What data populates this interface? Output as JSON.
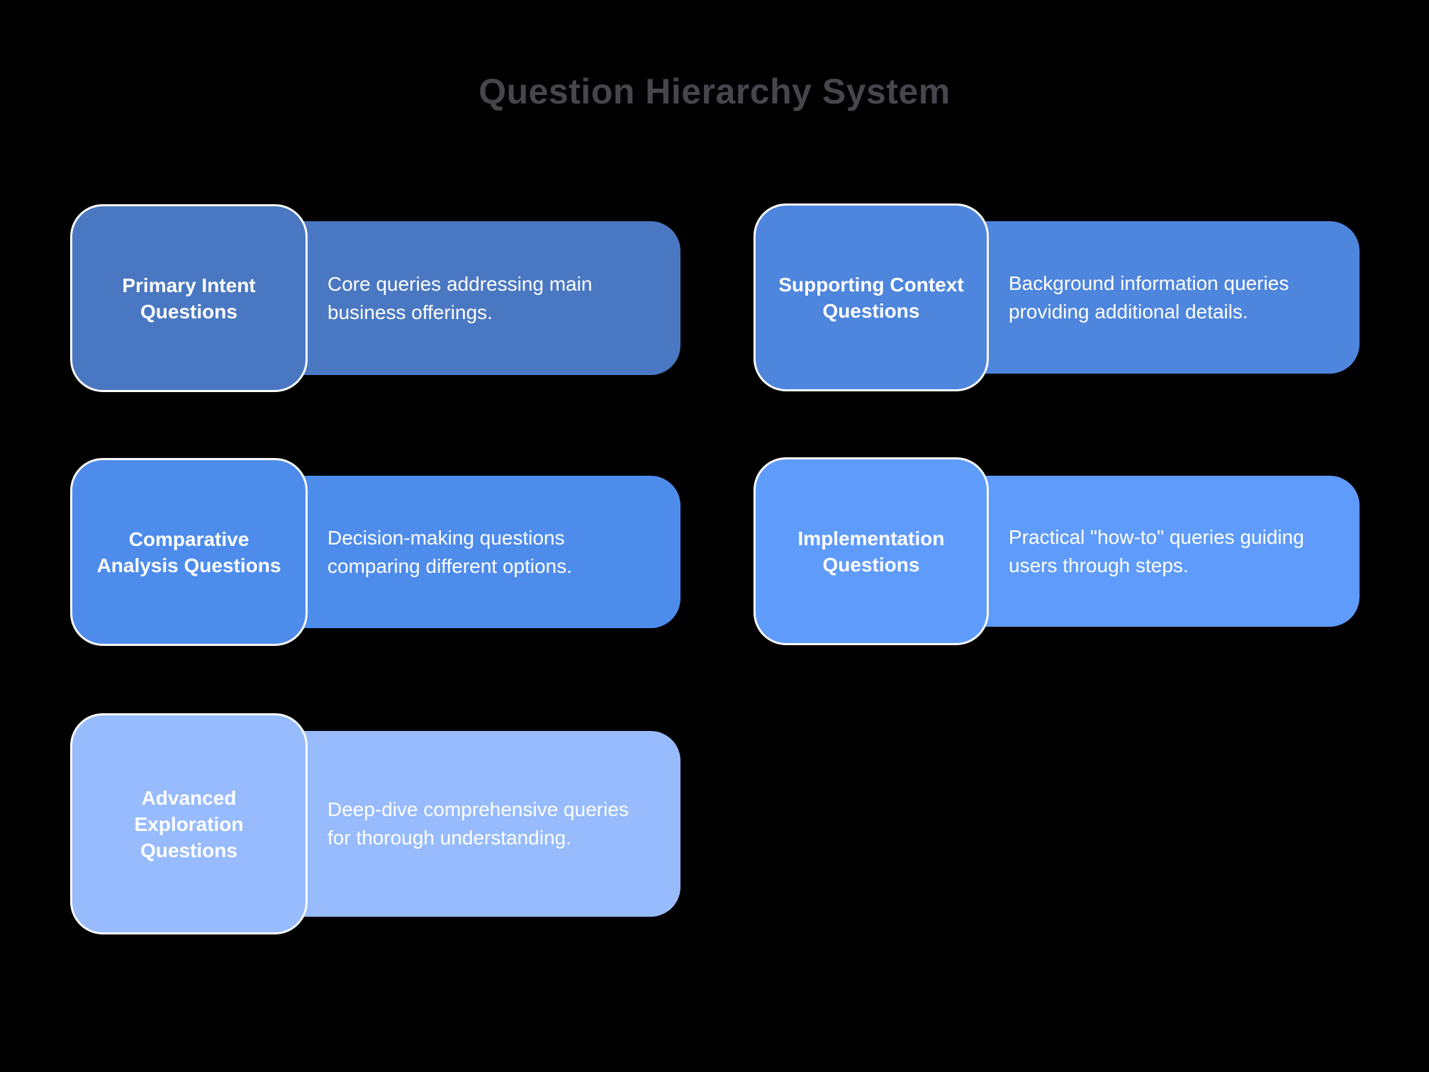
{
  "title": "Question Hierarchy System",
  "colors": {
    "background": "#000000",
    "title_text": "#45474B",
    "card_text": "#FFFFFF",
    "label_border": "#FAFBFC"
  },
  "cards": [
    {
      "id": "primary-intent",
      "label": "Primary Intent\nQuestions",
      "description": "Core queries addressing main\nbusiness offerings.",
      "color": "#4A77C1"
    },
    {
      "id": "supporting-context",
      "label": "Supporting Context\nQuestions",
      "description": "Background information queries\nproviding additional details.",
      "color": "#4E85DD"
    },
    {
      "id": "comparative-analysis",
      "label": "Comparative\nAnalysis Questions",
      "description": "Decision-making questions\ncomparing different options.",
      "color": "#4E8CEC"
    },
    {
      "id": "implementation",
      "label": "Implementation\nQuestions",
      "description": "Practical \"how-to\" queries guiding\nusers through steps.",
      "color": "#5F9BFA"
    },
    {
      "id": "advanced-exploration",
      "label": "Advanced\nExploration\nQuestions",
      "description": "Deep-dive comprehensive queries\nfor thorough understanding.",
      "color": "#97BBFC"
    }
  ]
}
